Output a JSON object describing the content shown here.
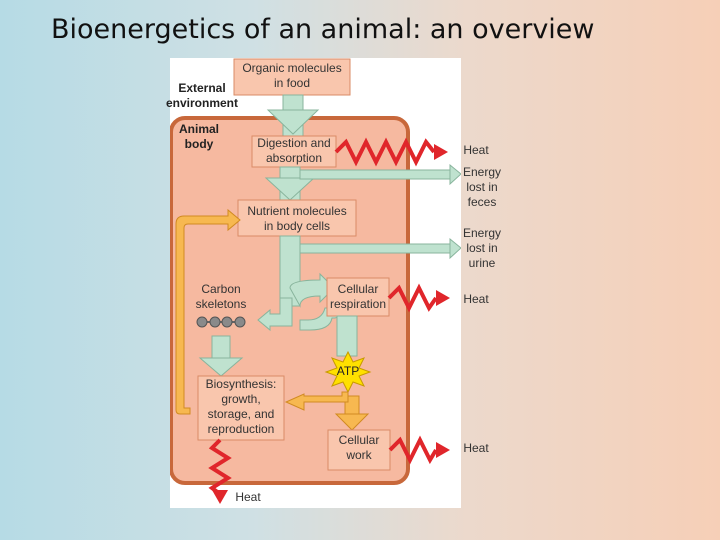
{
  "slide": {
    "title": "Bioenergetics of an animal: an overview"
  },
  "diagram": {
    "external_environment": "External\nenvironment",
    "animal_body": "Animal\nbody",
    "organic_molecules": "Organic molecules\nin food",
    "digestion": "Digestion and\nabsorption",
    "nutrient_molecules": "Nutrient molecules\nin body cells",
    "carbon_skeletons": "Carbon\nskeletons",
    "cellular_respiration": "Cellular\nrespiration",
    "atp": "ATP",
    "biosynthesis": "Biosynthesis:\ngrowth,\nstorage, and\nreproduction",
    "cellular_work": "Cellular\nwork",
    "heat_digestion": "Heat",
    "energy_feces": "Energy\nlost in\nfeces",
    "energy_urine": "Energy\nlost in\nurine",
    "heat_respiration": "Heat",
    "heat_work": "Heat",
    "heat_biosynthesis": "Heat"
  },
  "colors": {
    "body_fill": "#f6b9a0",
    "body_border": "#c8683b",
    "flow_green": "#bfe2cf",
    "heat_red": "#e0262b",
    "energy_arrow": "#f7b850",
    "atp_yellow": "#ffe000"
  }
}
